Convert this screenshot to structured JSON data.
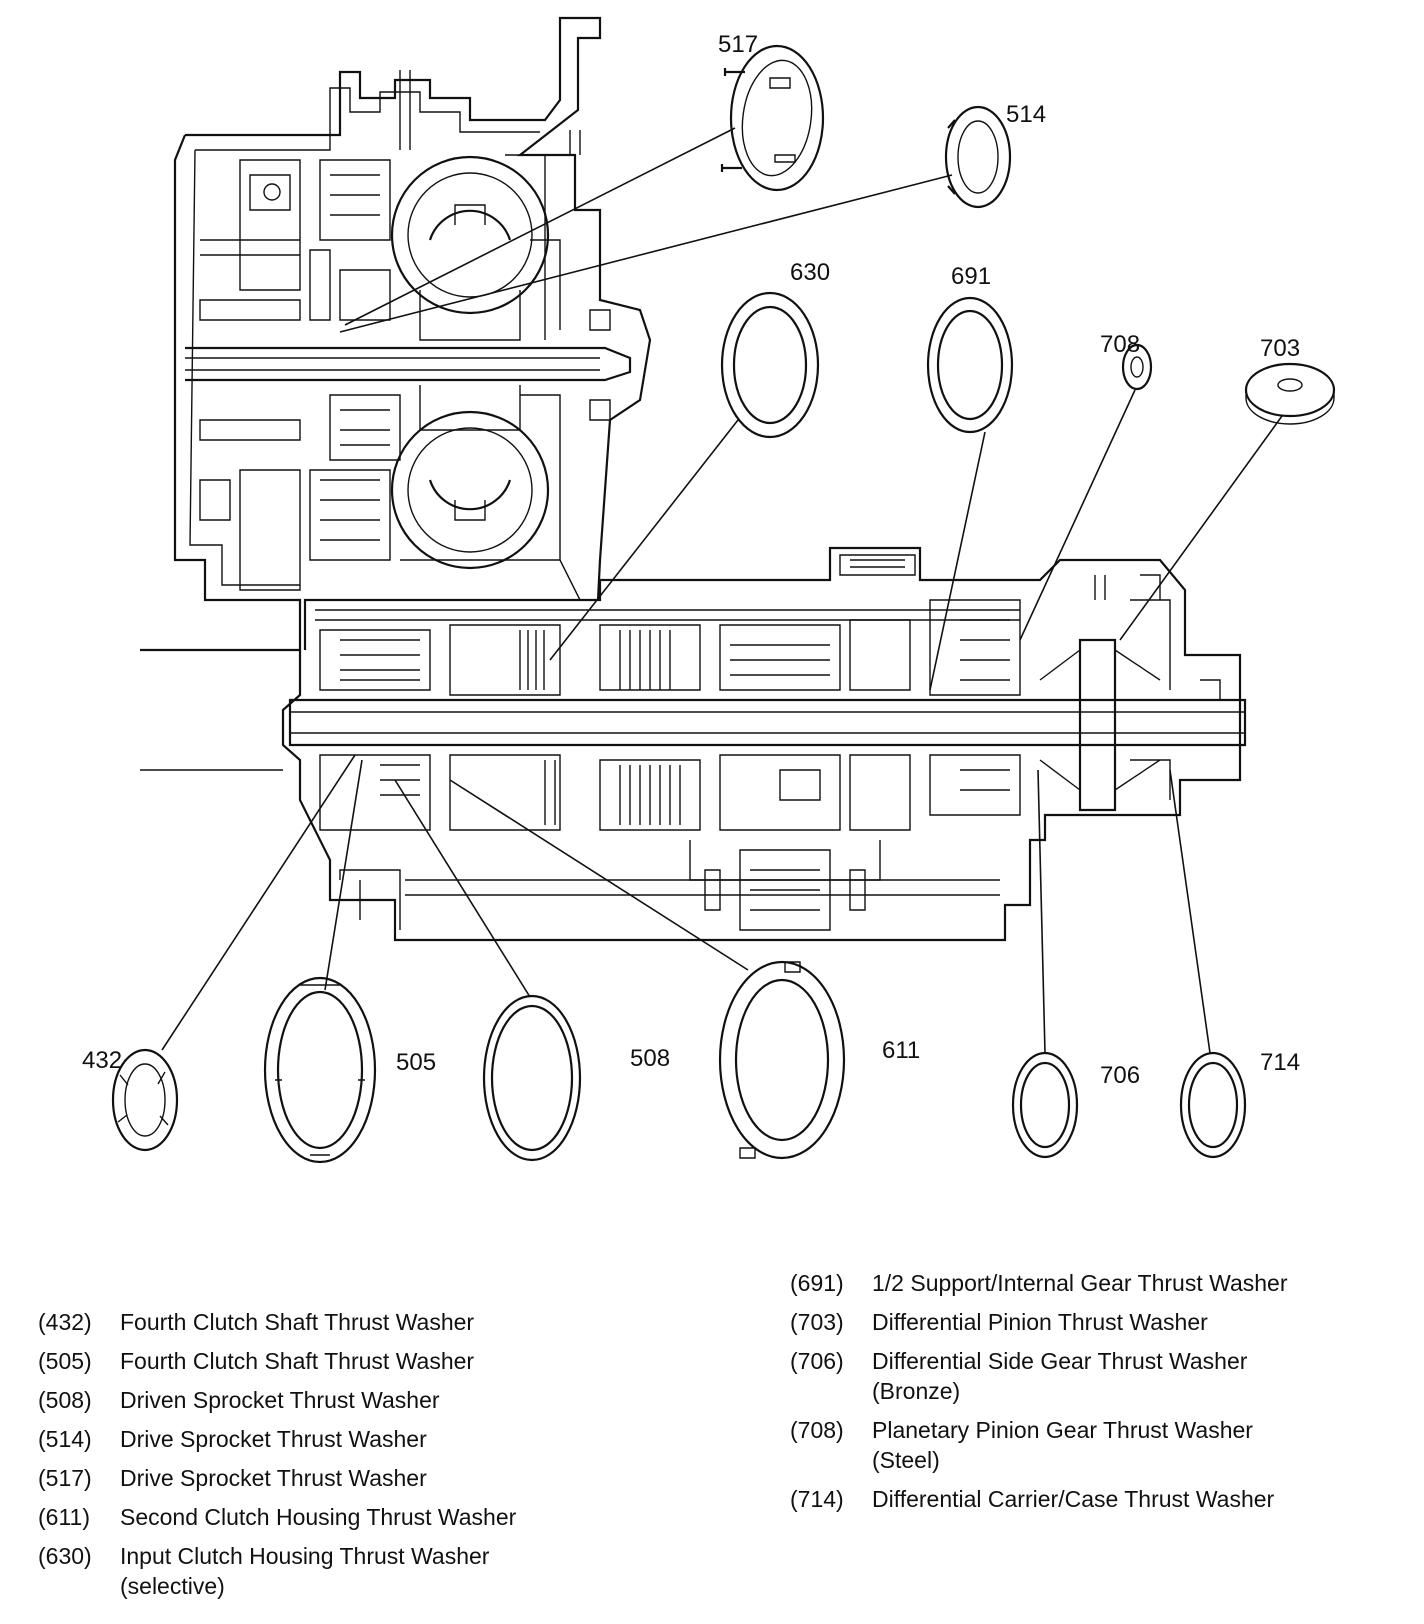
{
  "callouts": [
    {
      "id": "517",
      "label": "517"
    },
    {
      "id": "514",
      "label": "514"
    },
    {
      "id": "630",
      "label": "630"
    },
    {
      "id": "691",
      "label": "691"
    },
    {
      "id": "708",
      "label": "708"
    },
    {
      "id": "703",
      "label": "703"
    },
    {
      "id": "432",
      "label": "432"
    },
    {
      "id": "505",
      "label": "505"
    },
    {
      "id": "508",
      "label": "508"
    },
    {
      "id": "611",
      "label": "611"
    },
    {
      "id": "706",
      "label": "706"
    },
    {
      "id": "714",
      "label": "714"
    }
  ],
  "legend_left": [
    {
      "num": "(432)",
      "lines": [
        "Fourth Clutch Shaft Thrust Washer"
      ]
    },
    {
      "num": "(505)",
      "lines": [
        "Fourth Clutch Shaft Thrust Washer"
      ]
    },
    {
      "num": "(508)",
      "lines": [
        "Driven Sprocket Thrust Washer"
      ]
    },
    {
      "num": "(514)",
      "lines": [
        "Drive Sprocket Thrust Washer"
      ]
    },
    {
      "num": "(517)",
      "lines": [
        "Drive Sprocket Thrust Washer"
      ]
    },
    {
      "num": "(611)",
      "lines": [
        "Second Clutch Housing Thrust Washer"
      ]
    },
    {
      "num": "(630)",
      "lines": [
        "Input Clutch Housing Thrust Washer",
        "(selective)"
      ]
    }
  ],
  "legend_right": [
    {
      "num": "(691)",
      "lines": [
        "1/2 Support/Internal Gear Thrust Washer"
      ]
    },
    {
      "num": "(703)",
      "lines": [
        "Differential Pinion Thrust Washer"
      ]
    },
    {
      "num": "(706)",
      "lines": [
        "Differential Side Gear Thrust Washer",
        "(Bronze)"
      ]
    },
    {
      "num": "(708)",
      "lines": [
        "Planetary Pinion Gear Thrust Washer",
        "(Steel)"
      ]
    },
    {
      "num": "(714)",
      "lines": [
        "Differential Carrier/Case Thrust Washer"
      ]
    }
  ]
}
